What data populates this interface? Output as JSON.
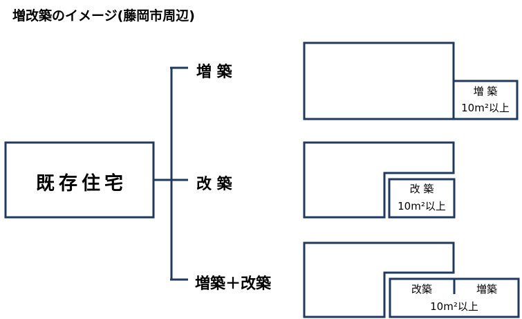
{
  "title": "増改築のイメージ(藤岡市周辺)",
  "main_box": {
    "label": "既存住宅"
  },
  "branches": [
    {
      "label": "増  築",
      "example": {
        "line1": "増 築",
        "line2": "10m²以上"
      }
    },
    {
      "label": "改  築",
      "example": {
        "line1": "改 築",
        "line2": "10m²以上"
      }
    },
    {
      "label": "増築＋改築",
      "example": {
        "kai": "改築",
        "zou": "増築",
        "line2": "10m²以上"
      }
    }
  ],
  "colors": {
    "stroke": "#1f3a5f",
    "text": "#000000"
  }
}
